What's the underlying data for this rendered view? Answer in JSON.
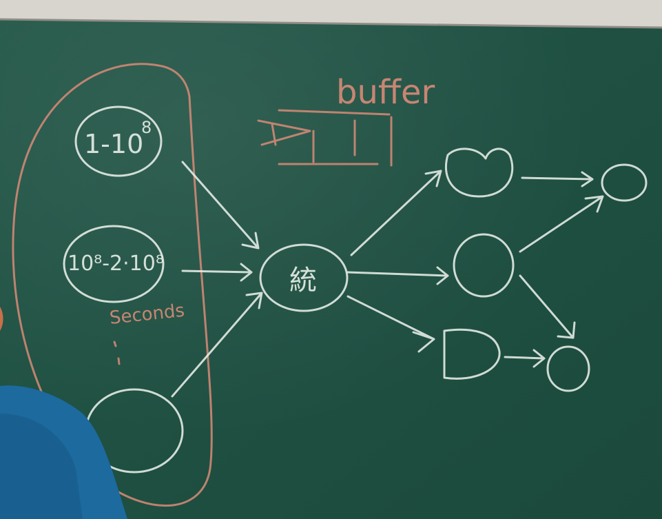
{
  "board": {
    "surface_color": "#1f5042",
    "chalk_white": "#e8efe9",
    "chalk_red": "#d98b78",
    "frame_color": "#d8d5cf"
  },
  "labels": {
    "range_first": "1-10",
    "range_first_exp": "8",
    "range_second": "10⁸-2·10⁸",
    "seconds": "Seconds",
    "buffer": "buffer",
    "hub": "統"
  },
  "person": {
    "shirt_color": "#1c6a9e"
  }
}
